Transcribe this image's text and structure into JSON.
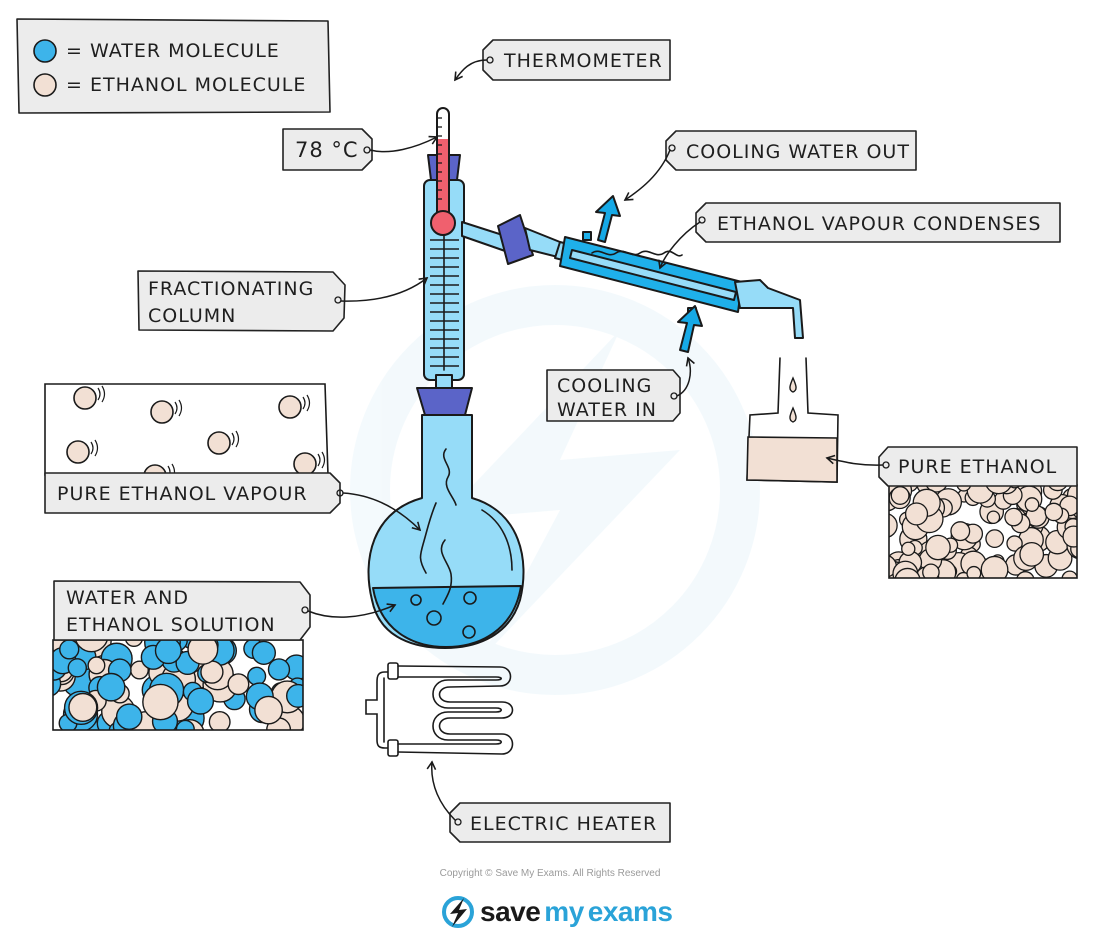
{
  "legend": {
    "items": [
      {
        "label": "= WATER  MOLECULE",
        "color": "#3db4ea"
      },
      {
        "label": "= ETHANOL  MOLECULE",
        "color": "#f2e0d4"
      }
    ]
  },
  "labels": {
    "thermometer": "THERMOMETER",
    "temperature": "78 °C",
    "cooling_water_out": "COOLING WATER OUT",
    "ethanol_vapour_condenses": "ETHANOL  VAPOUR  CONDENSES",
    "fractionating_column": [
      "FRACTIONATING",
      "COLUMN"
    ],
    "cooling_water_in": [
      "COOLING",
      "WATER  IN"
    ],
    "pure_ethanol_vapour": "PURE  ETHANOL  VAPOUR",
    "pure_ethanol": "PURE  ETHANOL",
    "water_ethanol_solution": [
      "WATER  AND",
      "ETHANOL  SOLUTION"
    ],
    "electric_heater": "ELECTRIC  HEATER"
  },
  "colors": {
    "water": "#3db4ea",
    "ethanol": "#f2e0d4",
    "glass": "#96dcf8",
    "liquid": "#3db4ea",
    "stopper": "#5b64c8",
    "mercury": "#f0606e",
    "arrow_blue": "#16a9e6",
    "tag_fill": "#ececec"
  },
  "footer": {
    "copyright": "Copyright © Save My Exams. All Rights Reserved",
    "logo_word1": "save",
    "logo_word2": "my",
    "logo_word3": "exams"
  }
}
